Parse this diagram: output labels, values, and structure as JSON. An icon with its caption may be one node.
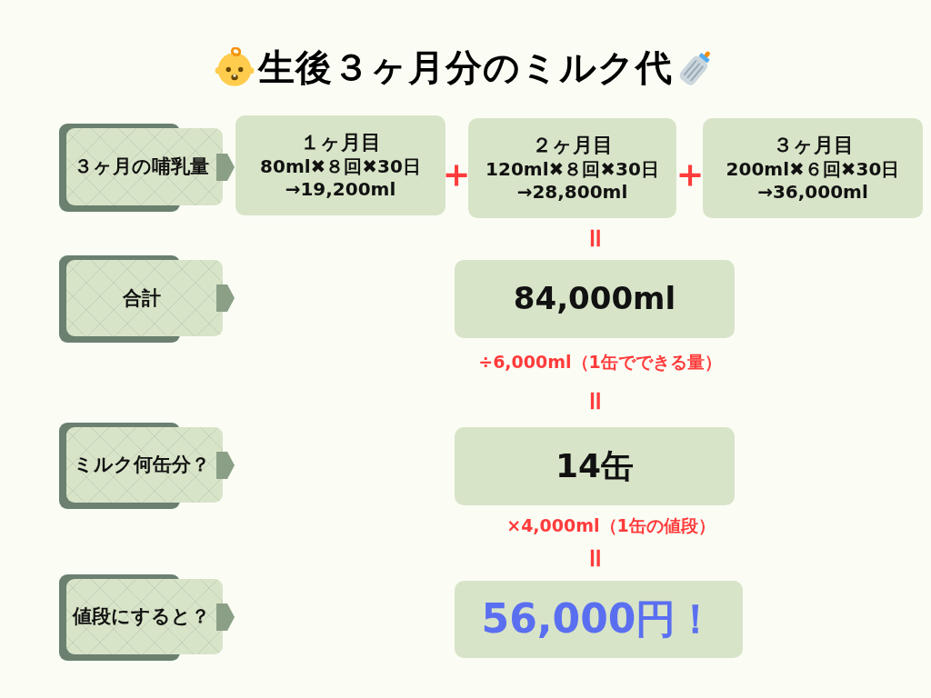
{
  "diagram": {
    "title": "生後３ヶ月分のミルク代",
    "nodes": [
      {
        "text": [
          "３ヶ月の哺乳量"
        ]
      },
      {
        "text": [
          "１ヶ月目",
          "80ml✖８回✖30日",
          "→19,200ml"
        ]
      },
      {
        "text": [
          "２ヶ月目",
          "120ml✖８回✖30日",
          "→28,800ml"
        ]
      },
      {
        "text": [
          "３ヶ月目",
          "200ml✖６回✖30日",
          "→36,000ml"
        ]
      },
      {
        "text": [
          "合計"
        ]
      },
      {
        "text": [
          "84,000ml"
        ]
      },
      {
        "text": [
          "ミルク何缶分？"
        ]
      },
      {
        "text": [
          "14缶"
        ]
      },
      {
        "text": [
          "値段にすると？"
        ]
      },
      {
        "text": [
          "56,000円！"
        ]
      }
    ],
    "labels": [
      "＋",
      "＋",
      "＝",
      "÷6,000ml（1缶でできる量）",
      "＝",
      "×4,000ml（1缶の値段）",
      "＝"
    ]
  }
}
